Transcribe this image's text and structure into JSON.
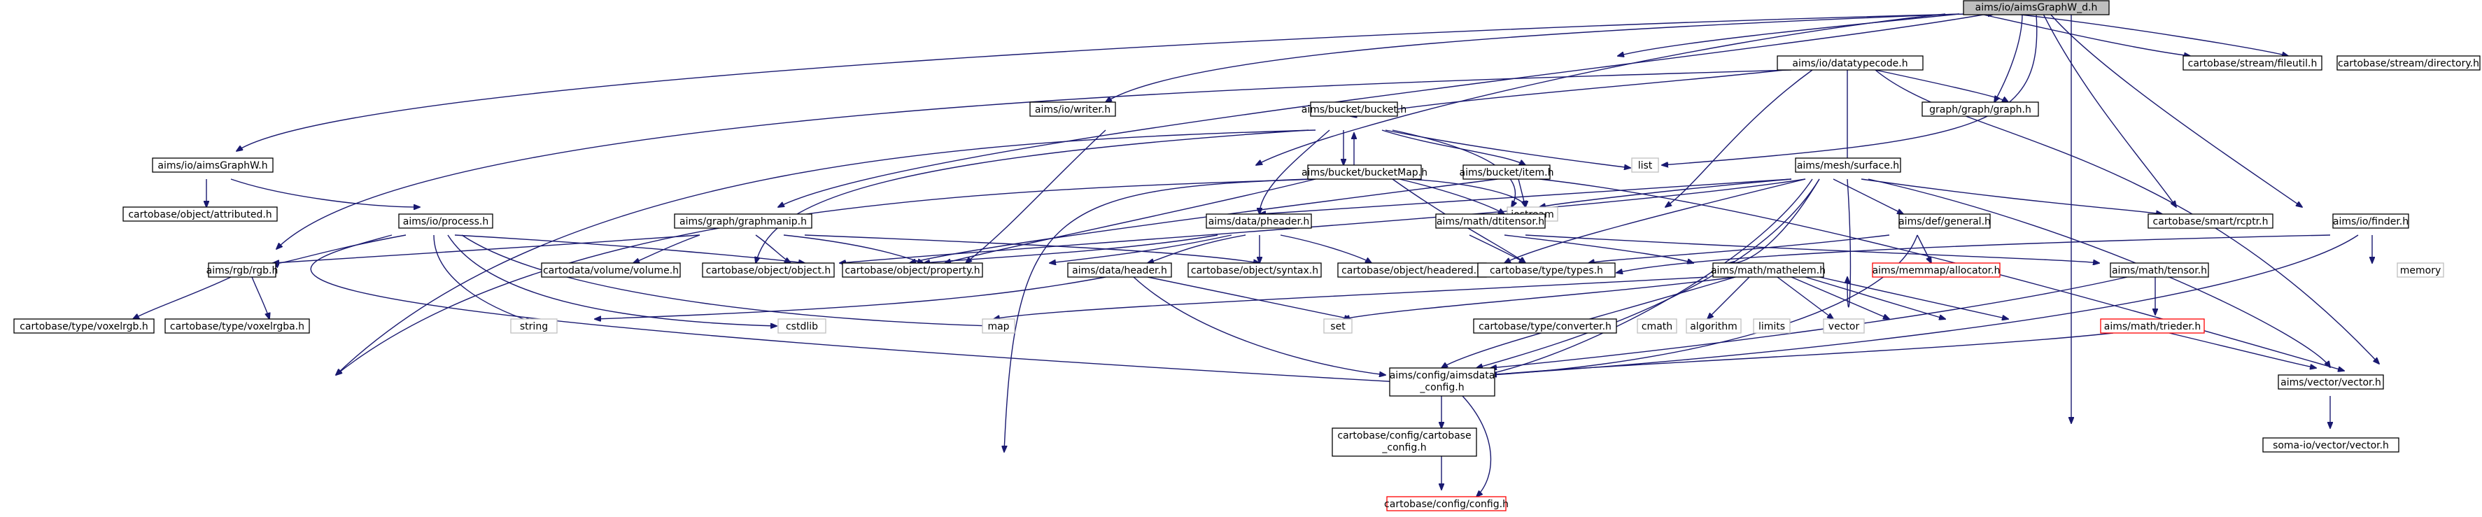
{
  "diagram": {
    "nodes": {
      "root": "aims/io/aimsGraphW_d.h",
      "aimsGraphW": "aims/io/aimsGraphW.h",
      "datatypecode": "aims/io/datatypecode.h",
      "fileutil": "cartobase/stream/fileutil.h",
      "directory": "cartobase/stream/directory.h",
      "writer": "aims/io/writer.h",
      "bucket": "aims/bucket/bucket.h",
      "graph": "graph/graph/graph.h",
      "list": "list",
      "surface": "aims/mesh/surface.h",
      "finder": "aims/io/finder.h",
      "attributed": "cartobase/object/attributed.h",
      "process": "aims/io/process.h",
      "graphmanip": "aims/graph/graphmanip.h",
      "bucketMap": "aims/bucket/bucketMap.h",
      "item": "aims/bucket/item.h",
      "iostream": "iostream",
      "pheader": "aims/data/pheader.h",
      "dtitensor": "aims/math/dtitensor.h",
      "general": "aims/def/general.h",
      "rcptr": "cartobase/smart/rcptr.h",
      "memory": "memory",
      "rgb": "aims/rgb/rgb.h",
      "volume": "cartodata/volume/volume.h",
      "object": "cartobase/object/object.h",
      "property": "cartobase/object/property.h",
      "header": "aims/data/header.h",
      "syntax": "cartobase/object/syntax.h",
      "headered": "cartobase/object/headered.h",
      "types": "cartobase/type/types.h",
      "allocator": "aims/memmap/allocator.h",
      "mathelem": "aims/math/mathelem.h",
      "tensor": "aims/math/tensor.h",
      "voxelrgb": "cartobase/type/voxelrgb.h",
      "voxelrgba": "cartobase/type/voxelrgba.h",
      "string": "string",
      "cstdlib": "cstdlib",
      "map": "map",
      "set": "set",
      "converter": "cartobase/type/converter.h",
      "cmath": "cmath",
      "algorithm": "algorithm",
      "limits": "limits",
      "vector": "vector",
      "trieder": "aims/math/trieder.h",
      "aimsdata_config_1": "aims/config/aimsdata",
      "aimsdata_config_2": "_config.h",
      "vector_h": "aims/vector/vector.h",
      "cartobase_config_1": "cartobase/config/cartobase",
      "cartobase_config_2": "_config.h",
      "somaio_vector": "soma-io/vector/vector.h",
      "config": "cartobase/config/config.h"
    }
  }
}
